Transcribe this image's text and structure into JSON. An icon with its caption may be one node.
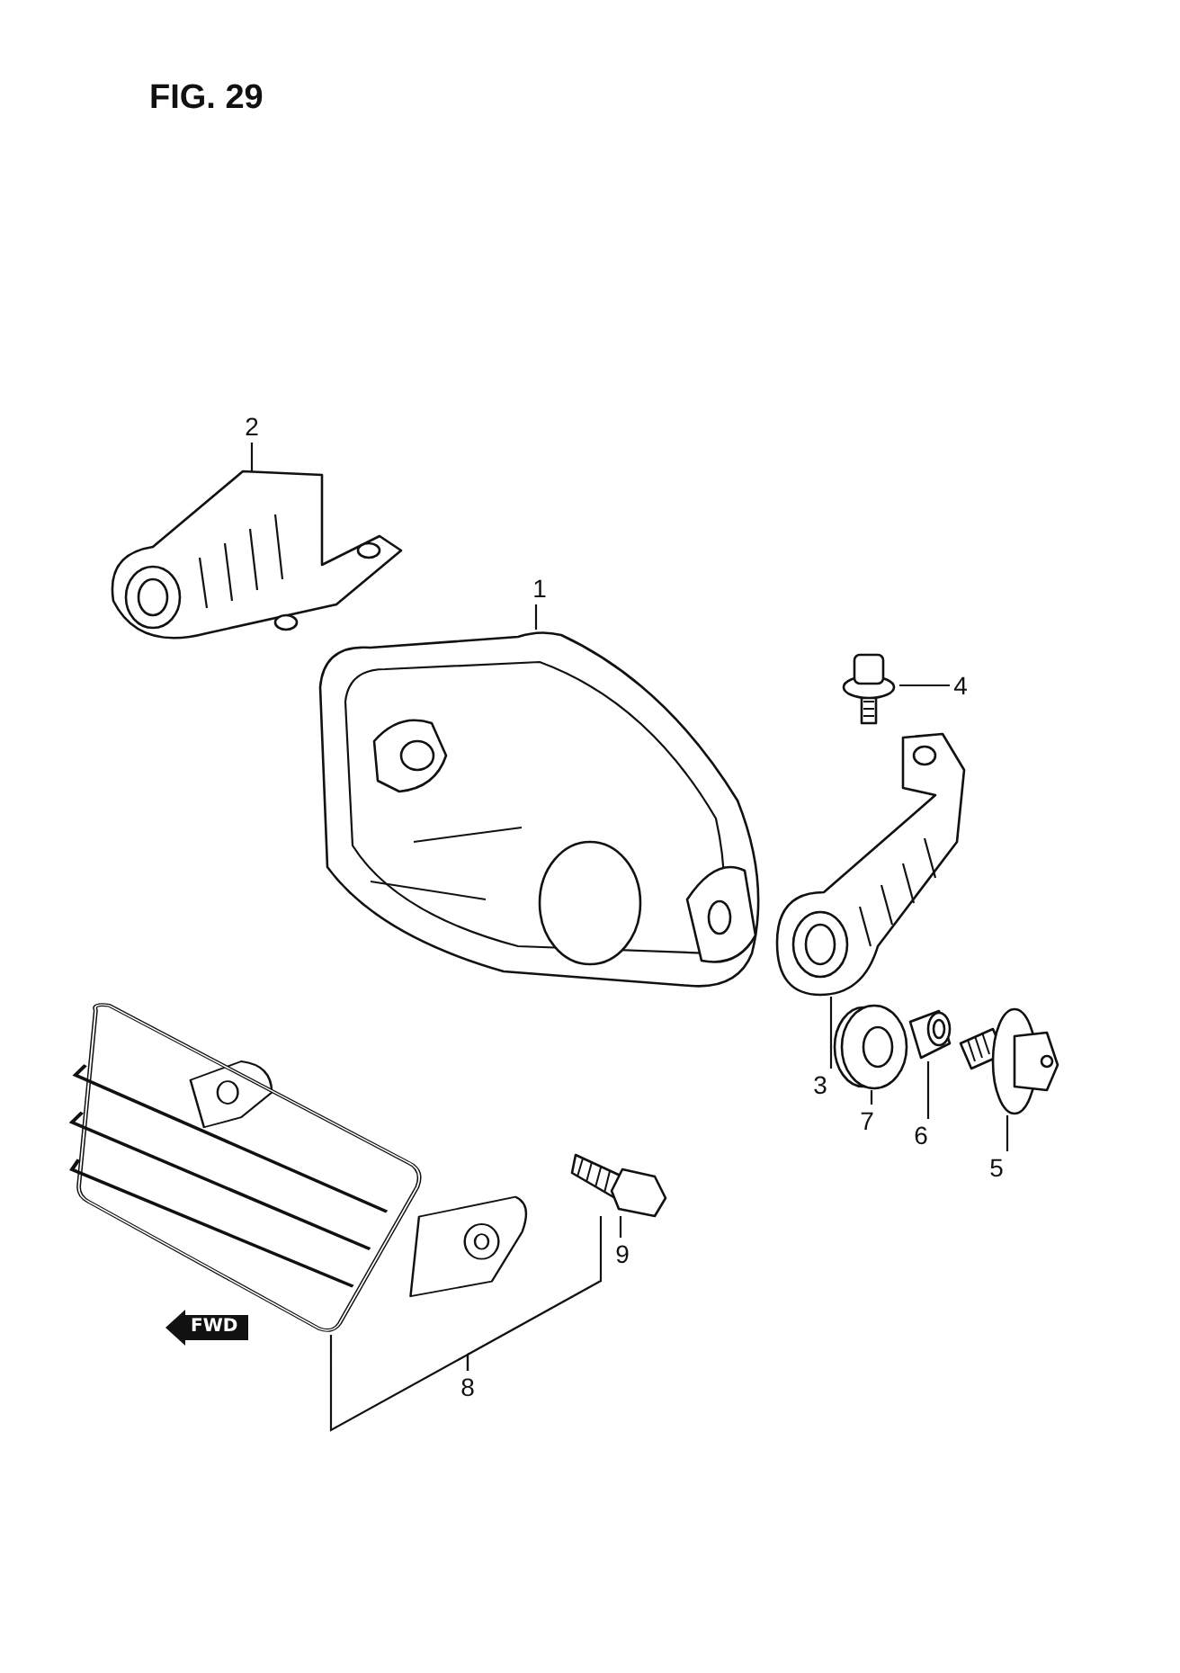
{
  "diagram": {
    "title": "FIG. 29",
    "nodes": [
      {
        "text": [
          "1"
        ]
      },
      {
        "text": [],
        "shape": "picture"
      },
      {
        "text": [
          "2"
        ]
      },
      {
        "text": [],
        "shape": "picture"
      },
      {
        "text": [
          "3"
        ]
      },
      {
        "text": [],
        "shape": "picture"
      },
      {
        "text": [
          "4"
        ]
      },
      {
        "text": [],
        "shape": "picture"
      },
      {
        "text": [
          "5"
        ]
      },
      {
        "text": [],
        "shape": "picture"
      },
      {
        "text": [
          "6"
        ]
      },
      {
        "text": [],
        "shape": "picture"
      },
      {
        "text": [
          "7"
        ]
      },
      {
        "text": [],
        "shape": "picture"
      },
      {
        "text": [
          "8"
        ]
      },
      {
        "text": [],
        "shape": "picture"
      },
      {
        "text": [
          "9"
        ]
      },
      {
        "text": [],
        "shape": "picture"
      }
    ],
    "edges": [
      {
        "from": 0,
        "to": 1,
        "arrow": "none"
      },
      {
        "from": 2,
        "to": 3,
        "arrow": "none"
      },
      {
        "from": 4,
        "to": 5,
        "arrow": "none"
      },
      {
        "from": 6,
        "to": 7,
        "arrow": "none"
      },
      {
        "from": 8,
        "to": 9,
        "arrow": "none"
      },
      {
        "from": 10,
        "to": 11,
        "arrow": "none"
      },
      {
        "from": 12,
        "to": 13,
        "arrow": "none"
      },
      {
        "from": 14,
        "to": 15,
        "arrow": "none"
      },
      {
        "from": 14,
        "to": 17,
        "arrow": "none"
      },
      {
        "from": 16,
        "to": 17,
        "arrow": "none"
      }
    ],
    "labels": [
      "FWD"
    ]
  }
}
